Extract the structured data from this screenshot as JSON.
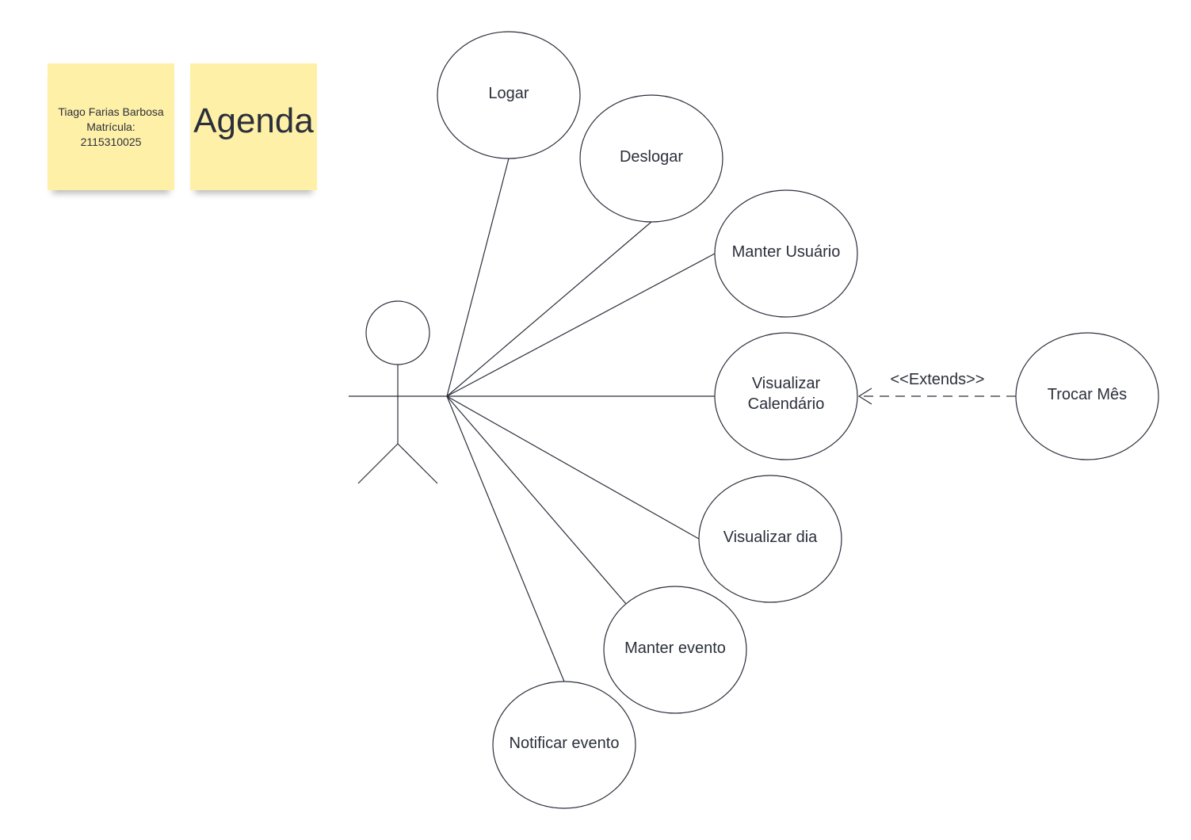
{
  "notes": {
    "author_name": "Tiago Farias Barbosa",
    "author_matricula": "Matrícula:",
    "author_number": "2115310025",
    "title": "Agenda"
  },
  "use_cases": [
    {
      "id": "logar",
      "lines": [
        "Logar"
      ]
    },
    {
      "id": "deslogar",
      "lines": [
        "Deslogar"
      ]
    },
    {
      "id": "manter-usuario",
      "lines": [
        "Manter Usuário"
      ]
    },
    {
      "id": "visualizar-calendario",
      "lines": [
        "Visualizar",
        "Calendário"
      ]
    },
    {
      "id": "visualizar-dia",
      "lines": [
        "Visualizar dia"
      ]
    },
    {
      "id": "manter-evento",
      "lines": [
        "Manter evento"
      ]
    },
    {
      "id": "notificar-evento",
      "lines": [
        "Notificar evento"
      ]
    },
    {
      "id": "trocar-mes",
      "lines": [
        "Trocar Mês"
      ]
    }
  ],
  "relations": {
    "extends_label": "<<Extends>>"
  },
  "colors": {
    "sticky": "#fff0a8",
    "stroke": "#2b2f3a"
  }
}
